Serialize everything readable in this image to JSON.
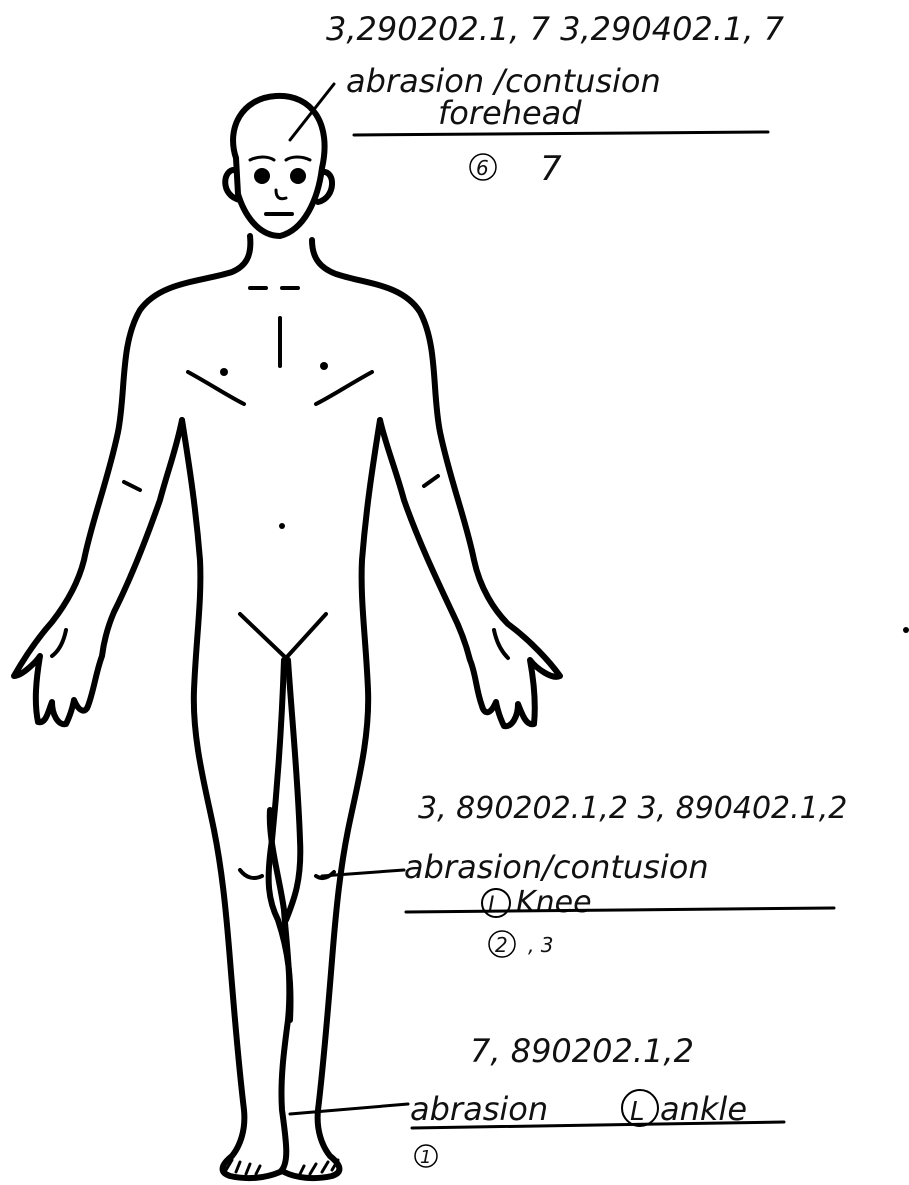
{
  "annotations": {
    "forehead": {
      "codes": "3,290202.1, 7   3,290402.1, 7",
      "line1": "abrasion /contusion",
      "line2": "forehead",
      "ref_circled": "6",
      "ref_plain": "7"
    },
    "knee": {
      "codes": "3, 890202.1,2  3, 890402.1,2",
      "line1": "abrasion/contusion",
      "side_mark": "L",
      "line2": "Knee",
      "ref_circled": "2",
      "ref_plain": ", 3"
    },
    "ankle": {
      "codes": "7, 890202.1,2",
      "line1": "abrasion",
      "side_mark": "L",
      "line2": "ankle",
      "ref_circled": "1"
    }
  },
  "colors": {
    "ink": "#000000",
    "paper": "#ffffff"
  }
}
